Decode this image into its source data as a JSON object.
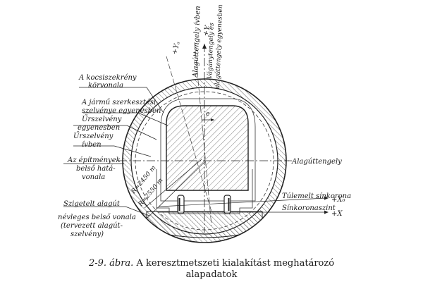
{
  "labels": {
    "kocsiszekreny": [
      "A kocsiszekrény",
      "körvonala"
    ],
    "jarmu": [
      "A jármű szerkesztési",
      "szelvénye egyenesben"
    ],
    "urszelveny_egyenes": [
      "Űrszelvény",
      "egyenesben"
    ],
    "urszelveny_iv": [
      "Űrszelvény",
      "ívben"
    ],
    "epitmenyek": [
      "Az építmények",
      "belső hatá-",
      "vonala"
    ],
    "szigetelt": [
      "Szigetelt alagút",
      "névleges belső vonala",
      "(tervezett alagút-",
      "szelvény)"
    ],
    "alagutengely": "Alagúttengely",
    "tulemelt": "Túlemelt sínkorona",
    "sinkoronaszint": "Sínkoronaszint",
    "x0": "+X₀",
    "x": "+X",
    "ya": "+Yₐ",
    "y": "+Y",
    "alagutengely_ivben": "Alagúttengely ívben",
    "vaganytengely": [
      "Vágánytengely és",
      "alagúttengely egyenesben"
    ],
    "e": "e",
    "r2450": "R=2450 m",
    "r2550": "R=2550 m"
  },
  "caption": {
    "number": "2-9. ábra.",
    "line1": "A keresztmetszeti kialakítást meghatározó",
    "line2": "alapadatok"
  }
}
